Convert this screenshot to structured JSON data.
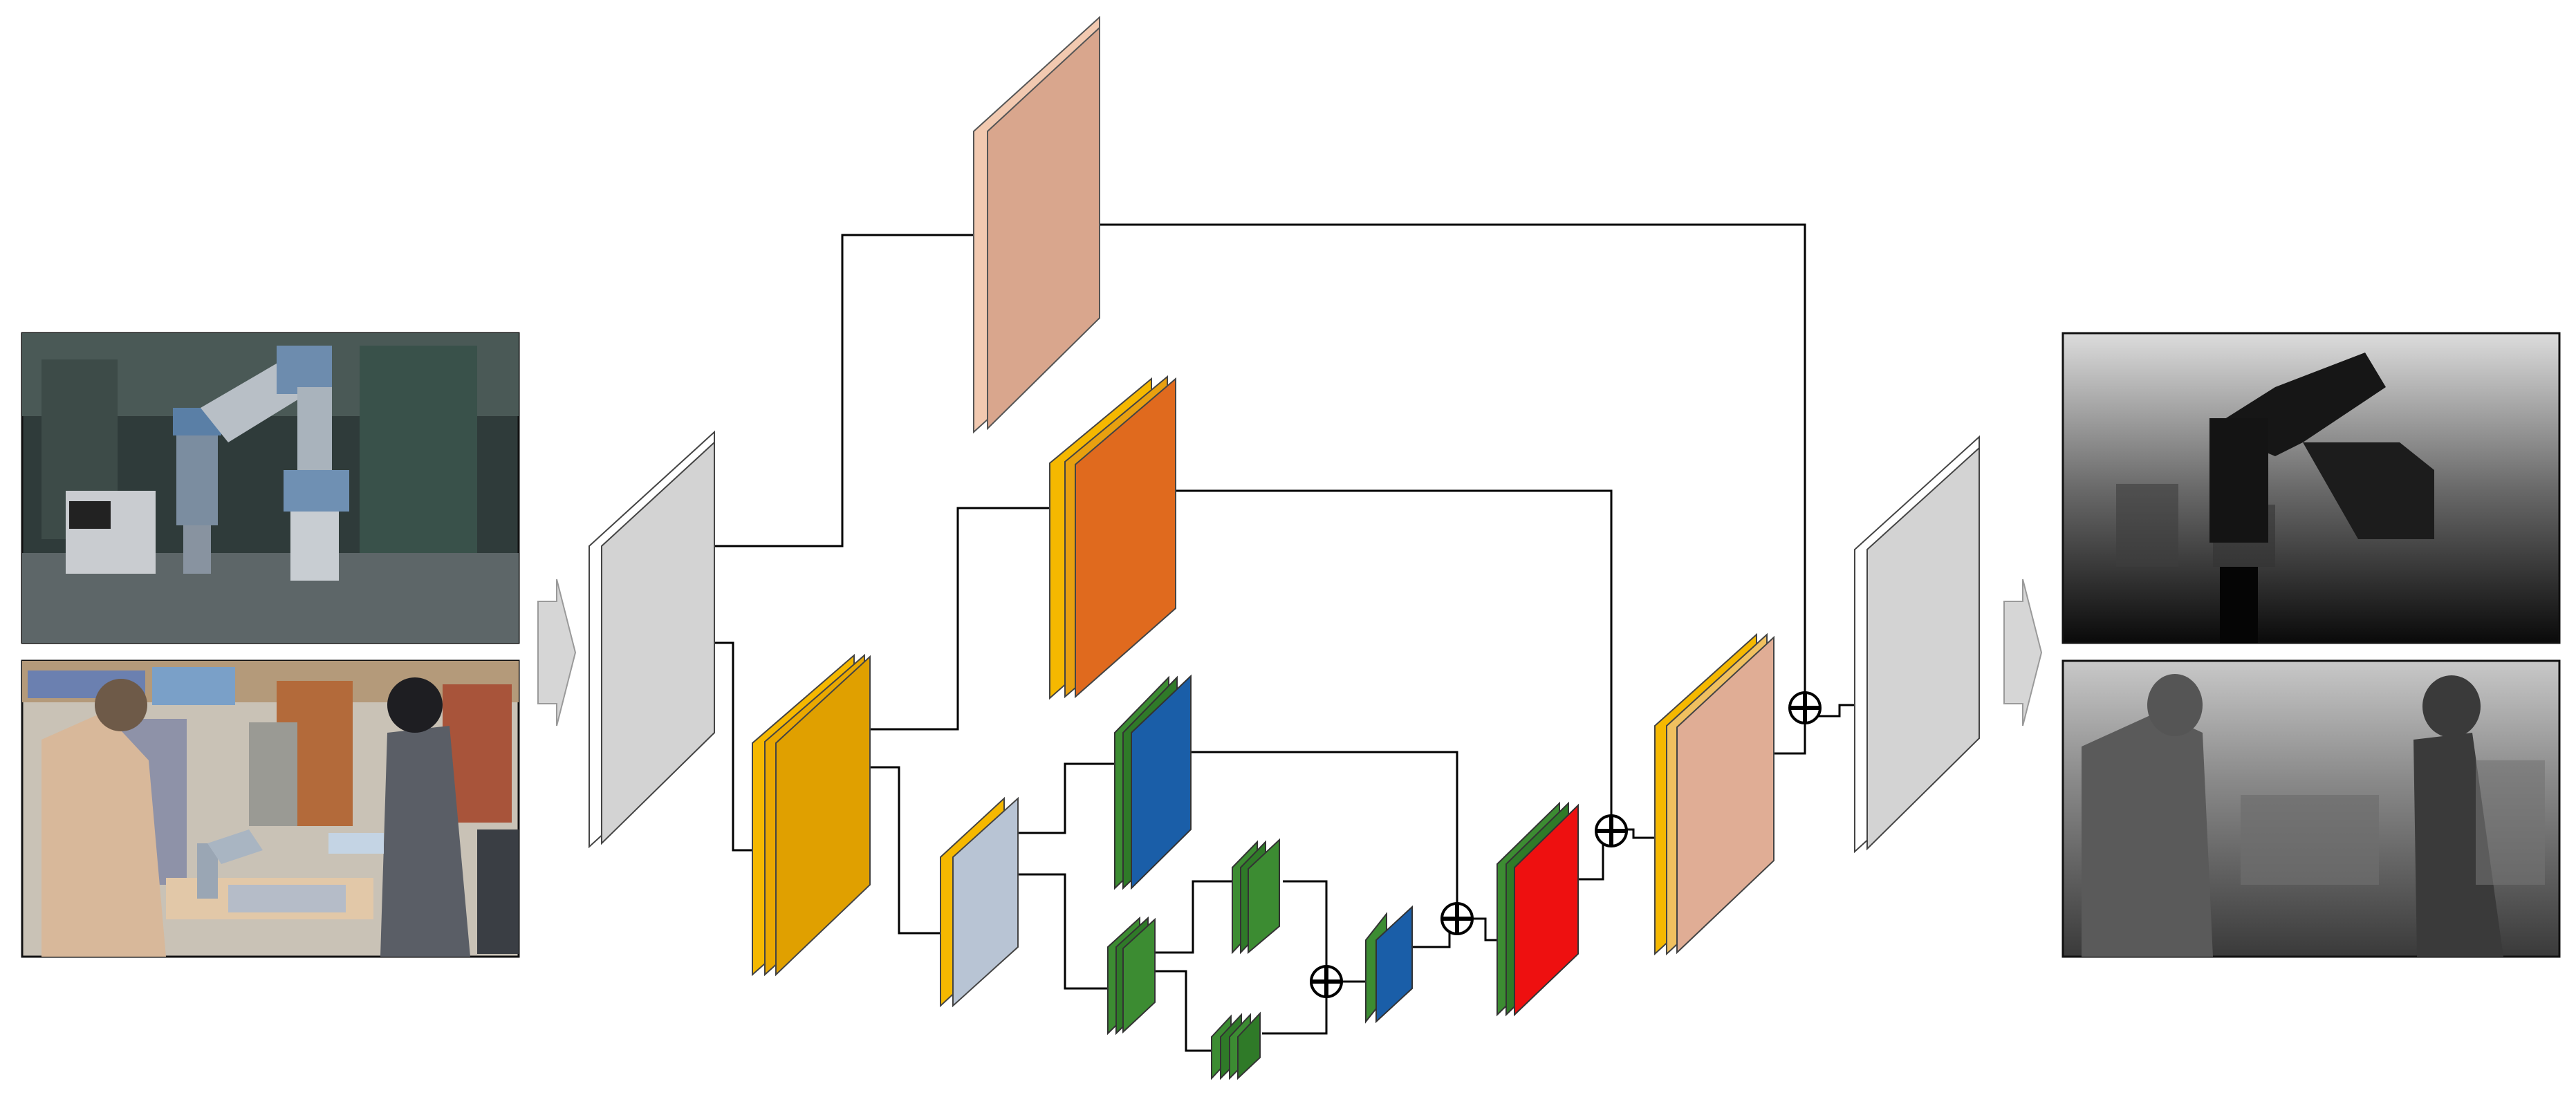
{
  "figure": {
    "input_images": [
      {
        "name": "input-image-robot-arm",
        "scene": "industrial-robot-arm-workshop"
      },
      {
        "name": "input-image-people-lab",
        "scene": "two-people-with-robot-arm-in-lab"
      }
    ],
    "output_images": [
      {
        "name": "depth-map-robot-arm",
        "scene": "depth-map-of-robot-arm"
      },
      {
        "name": "depth-map-people-lab",
        "scene": "depth-map-of-people-in-lab"
      }
    ],
    "block_colors": {
      "input-encoder": "#d3d3d3",
      "top-skip": "#d9a68d",
      "yellow-side": "#f5b800",
      "orange": "#e06a1e",
      "amber": "#e0a000",
      "light-steel": "#b8c4d4",
      "green": "#3c8c32",
      "blue": "#1a5ea8",
      "red": "#ee1010",
      "decoder-salmon": "#e0ad95",
      "output-decoder": "#d3d3d3"
    },
    "operators": {
      "add": "⊕"
    }
  }
}
